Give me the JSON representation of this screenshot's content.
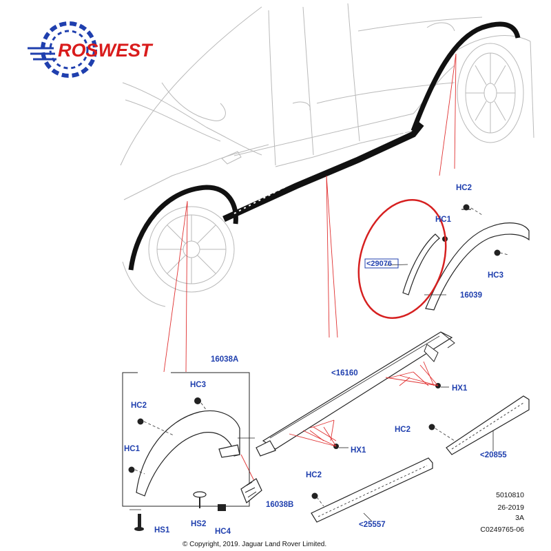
{
  "logo": {
    "text": "ROSWEST",
    "color": "#1f3fae",
    "accent": "#d91c1c"
  },
  "labels": {
    "hc2_top": "HC2",
    "hc1_top": "HC1",
    "hc3_top": "HC3",
    "p29076": "<29076",
    "p16039": "16039",
    "p16038a": "16038A",
    "p16160": "<16160",
    "hx1_right": "HX1",
    "hx1_mid": "HX1",
    "hc3_box": "HC3",
    "hc2_box": "HC2",
    "hc1_box": "HC1",
    "hs1": "HS1",
    "hs2": "HS2",
    "hc4": "HC4",
    "p16038b": "16038B",
    "hc2_right": "HC2",
    "p20855": "<20855",
    "hc2_bottom": "HC2",
    "p25557": "<25557"
  },
  "meta": {
    "code1": "5010810",
    "date": "26-2019",
    "rev": "3A",
    "ref": "C0249765-06"
  },
  "copyright": "© Copyright, 2019. Jaguar Land Rover Limited.",
  "colors": {
    "label": "#1f3fae",
    "leader": "#e03030",
    "highlight": "#d62020",
    "line": "#222222"
  }
}
